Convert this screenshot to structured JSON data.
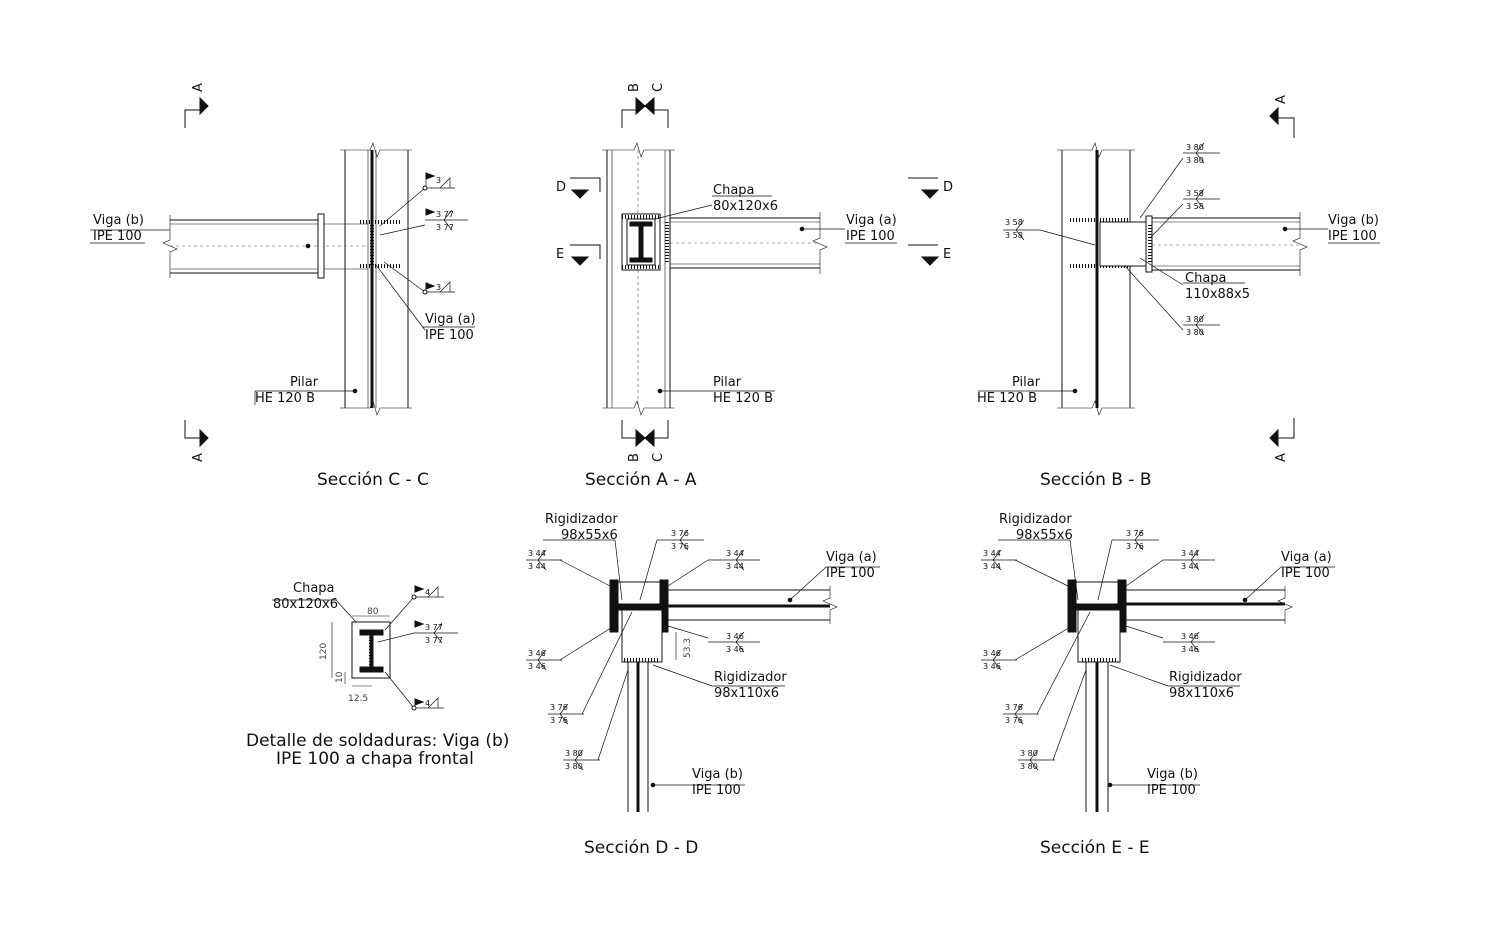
{
  "sheet": {
    "section_cc": {
      "title": "Sección C - C",
      "beam_b": [
        "Viga (b)",
        "IPE 100"
      ],
      "beam_a": [
        "Viga (a)",
        "IPE 100"
      ],
      "column": [
        "Pilar",
        "HE 120 B"
      ],
      "welds": [
        "3",
        "3|77",
        "3|77",
        "3"
      ],
      "cut_mark": "A"
    },
    "section_aa": {
      "title": "Sección A - A",
      "plate": [
        "Chapa",
        "80x120x6"
      ],
      "beam_a": [
        "Viga (a)",
        "IPE 100"
      ],
      "column": [
        "Pilar",
        "HE 120 B"
      ],
      "cut_marks": [
        "B",
        "C",
        "D",
        "E"
      ]
    },
    "section_bb": {
      "title": "Sección B - B",
      "beam_b": [
        "Viga (b)",
        "IPE 100"
      ],
      "column": [
        "Pilar",
        "HE 120 B"
      ],
      "plate": [
        "Chapa",
        "110x88x5"
      ],
      "welds": [
        "3|80",
        "3|80",
        "3|58",
        "3|58",
        "3|58",
        "3|58",
        "3|80",
        "3|80"
      ],
      "cut_mark": "A"
    },
    "detail": {
      "title_line1": "Detalle de soldaduras: Viga (b)",
      "title_line2": "IPE 100 a chapa frontal",
      "plate": [
        "Chapa",
        "80x120x6"
      ],
      "dims": [
        "80",
        "120",
        "10",
        "12.5"
      ],
      "welds": [
        "4",
        "3|77",
        "3|77",
        "4"
      ]
    },
    "section_dd": {
      "title": "Sección D - D",
      "stiffener_top": [
        "Rigidizador",
        "98x55x6"
      ],
      "stiffener_bottom": [
        "Rigidizador",
        "98x110x6"
      ],
      "beam_a": [
        "Viga (a)",
        "IPE 100"
      ],
      "beam_b": [
        "Viga (b)",
        "IPE 100"
      ],
      "dims": [
        "53.3"
      ],
      "welds": [
        "3|44",
        "3|44",
        "3|76",
        "3|76",
        "3|44",
        "3|44",
        "3|46",
        "3|46",
        "3|46",
        "3|46",
        "3|76",
        "3|76",
        "3|80",
        "3|80"
      ]
    },
    "section_ee": {
      "title": "Sección E - E",
      "stiffener_top": [
        "Rigidizador",
        "98x55x6"
      ],
      "stiffener_bottom": [
        "Rigidizador",
        "98x110x6"
      ],
      "beam_a": [
        "Viga (a)",
        "IPE 100"
      ],
      "beam_b": [
        "Viga (b)",
        "IPE 100"
      ],
      "welds": [
        "3|44",
        "3|44",
        "3|76",
        "3|76",
        "3|44",
        "3|44",
        "3|46",
        "3|46",
        "3|46",
        "3|46",
        "3|76",
        "3|76",
        "3|80",
        "3|80"
      ]
    }
  }
}
